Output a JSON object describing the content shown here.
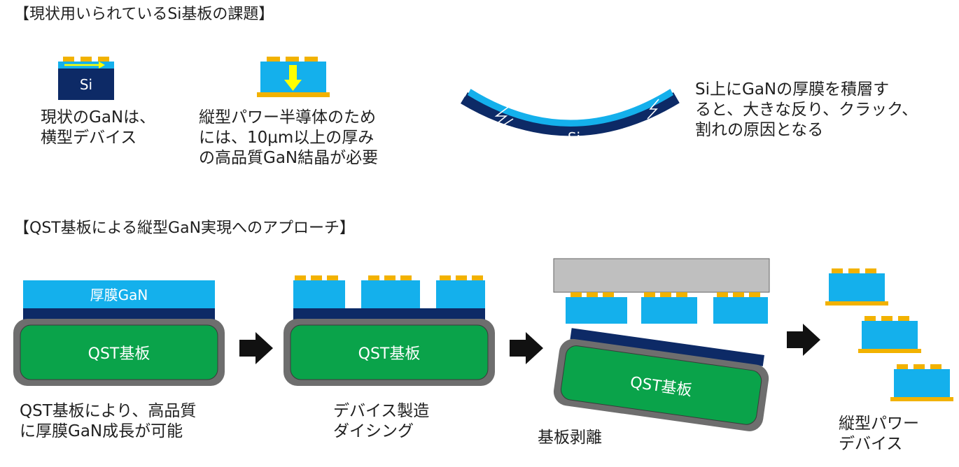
{
  "heading_top": "【現状用いられているSi基板の課題】",
  "heading_bottom": "【QST基板による縦型GaN実現へのアプローチ】",
  "captions": {
    "lateral": "現状のGaNは、\n横型デバイス",
    "vertical_need": "縦型パワー半導体のため\nには、10μm以上の厚み\nの高品質GaN結晶が必要",
    "warp": "Si上にGaNの厚膜を積層す\nると、大きな反り、クラック、\n割れの原因となる",
    "step1": "QST基板により、高品質\nに厚膜GaN成長が可能",
    "step2": "デバイス製造\nダイシング",
    "step3": "基板剥離",
    "step4": "縦型パワー\nデバイス"
  },
  "labels": {
    "si": "Si",
    "thick_gan": "厚膜GaN",
    "qst": "QST基板"
  },
  "colors": {
    "navy": "#0d2a66",
    "cyan": "#14b0ec",
    "gold": "#f2b200",
    "green": "#0aa34a",
    "shell": "#6e6e6e",
    "gray_plate": "#bfbfbf",
    "yellow_arrow": "#ffff00",
    "black_arrow": "#111111"
  }
}
